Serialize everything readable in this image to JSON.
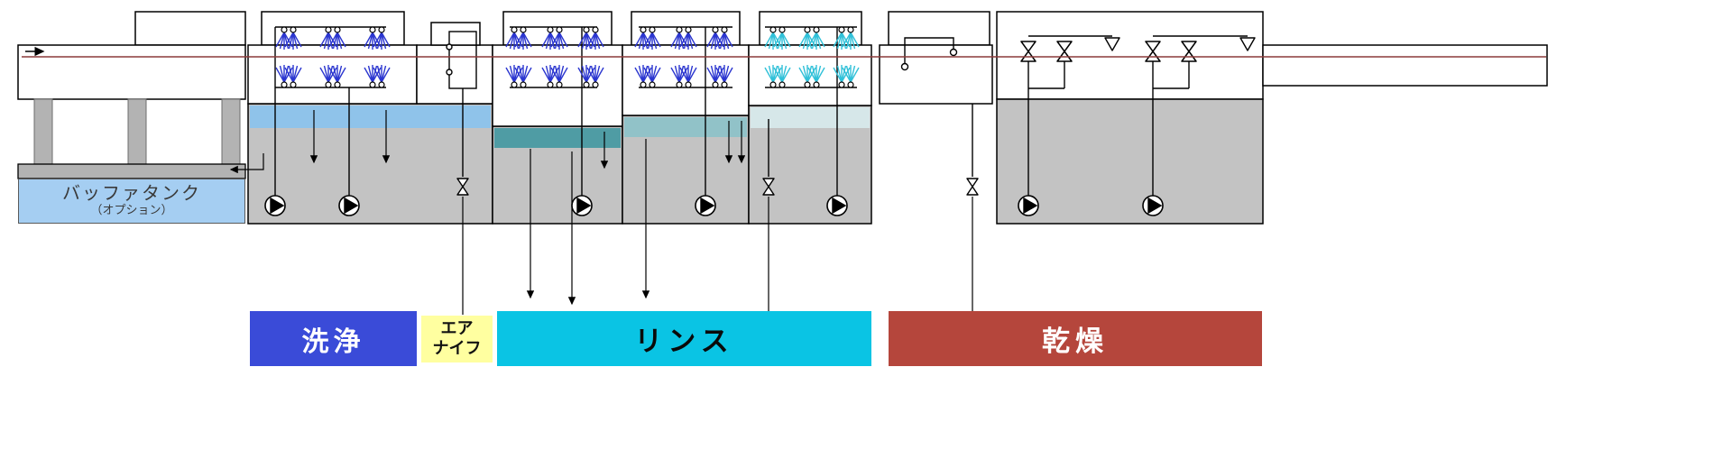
{
  "diagram": {
    "buffer_tank": {
      "title": "バッファタンク",
      "subtitle": "（オプション）",
      "bg": "#a5cef2"
    },
    "zones": {
      "wash": {
        "label": "洗浄",
        "bg": "#3a4bd8",
        "fg": "#ffffff"
      },
      "air_knife": {
        "line1": "エア",
        "line2": "ナイフ",
        "bg": "#ffffa0",
        "fg": "#111111"
      },
      "rinse": {
        "label": "リンス",
        "bg": "#0ac4e4",
        "fg": "#0a0a0a"
      },
      "dry": {
        "label": "乾燥",
        "bg": "#b5463c",
        "fg": "#ffffff"
      }
    },
    "colors": {
      "tank": "#c3c3c3",
      "structure": "#b3b3b3",
      "wash_water": "#8fc3ea",
      "rinse1_water": "#4f9ca4",
      "rinse2_water": "#91c2c8",
      "rinse3_water": "#d6e7e9",
      "spray_wash": "#2a35cf",
      "spray_final": "#2fc0d8",
      "flow_line": "#8b3a3a"
    },
    "icons": {
      "pump": "circle-with-triangle",
      "valve": "bowtie-valve",
      "vent": "inverted-triangle-vent",
      "spray": "nozzle-fan",
      "arrow": "flow-arrow"
    }
  }
}
